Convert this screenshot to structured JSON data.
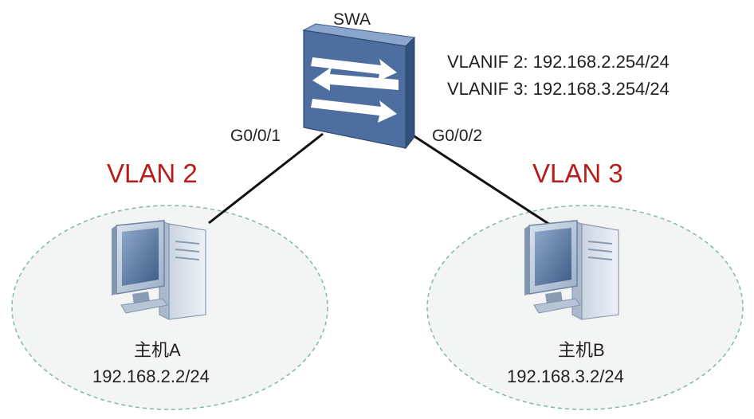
{
  "switch": {
    "name": "SWA",
    "vlanif_2": "VLANIF 2: 192.168.2.254/24",
    "vlanif_3": "VLANIF 3: 192.168.3.254/24",
    "port_1": "G0/0/1",
    "port_2": "G0/0/2"
  },
  "vlans": {
    "left": "VLAN 2",
    "right": "VLAN 3"
  },
  "hosts": {
    "a": {
      "name": "主机A",
      "ip": "192.168.2.2/24"
    },
    "b": {
      "name": "主机B",
      "ip": "192.168.3.2/24"
    }
  },
  "colors": {
    "vlan_label": "#b81c1c",
    "switch_body": "#4a6b99",
    "switch_top": "#6d8fbd",
    "link": "#111111",
    "vlan_area_border": "#7fb9a8",
    "vlan_area_fill": "#f3f5f5"
  },
  "icons": {
    "switch": "layer3-switch-icon",
    "host": "desktop-computer-icon"
  }
}
